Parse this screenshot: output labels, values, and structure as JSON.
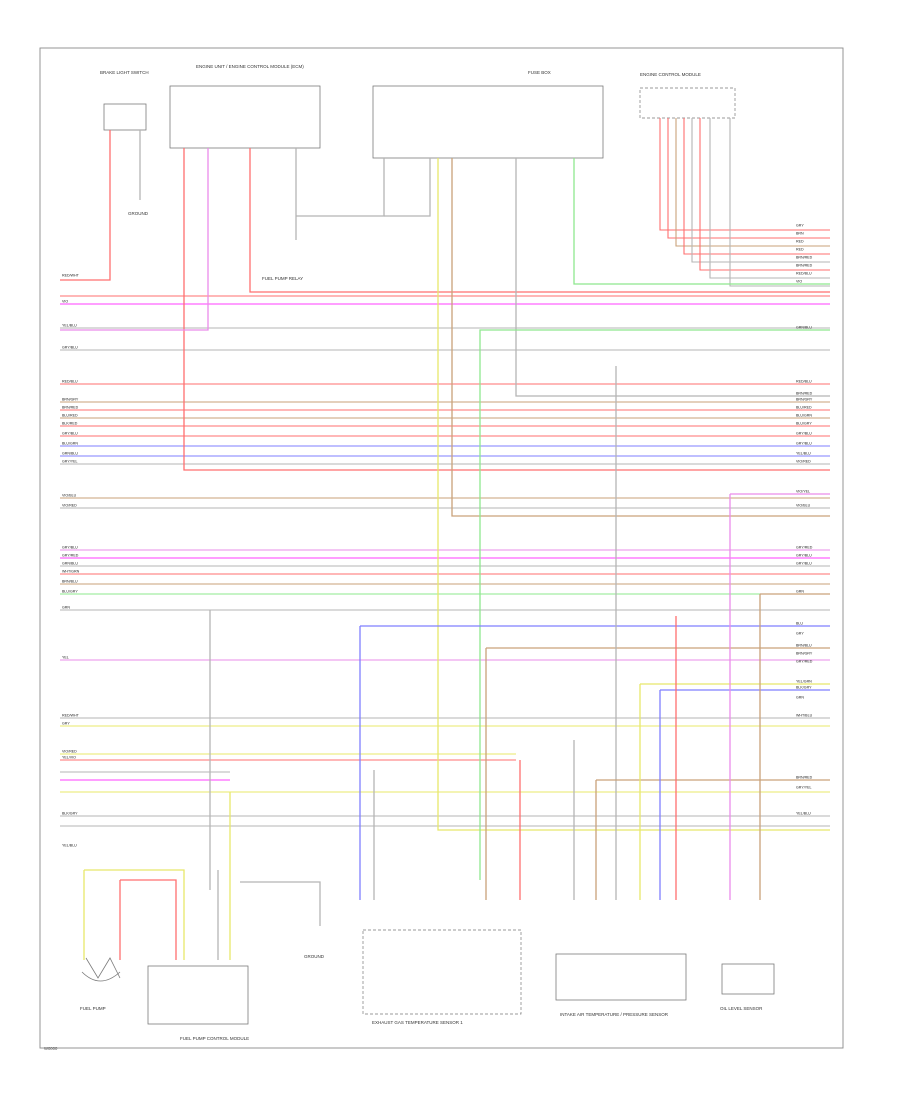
{
  "footer": {
    "ref": "W0000"
  },
  "components": {
    "brake_light_switch": {
      "label": "BRAKE LIGHT SWITCH"
    },
    "engine_ecm": {
      "label": "ENGINE UNIT / ENGINE CONTROL MODULE (ECM)"
    },
    "fuse_box": {
      "label": "FUSE BOX"
    },
    "ecm_connector": {
      "label": "ENGINE CONTROL MODULE"
    },
    "ground_ref": {
      "label": "GROUND"
    },
    "dual_mass": {
      "label": "FUEL PUMP RELAY"
    },
    "fuel_pump": {
      "label": "FUEL PUMP"
    },
    "fuel_pump_control": {
      "label": "FUEL PUMP CONTROL MODULE"
    },
    "ground_small": {
      "label": "GROUND"
    },
    "exhaust_sensor": {
      "label": "EXHAUST GAS TEMPERATURE SENSOR 1"
    },
    "intake_module": {
      "label": "INTAKE AIR TEMPERATURE / PRESSURE SENSOR"
    },
    "oil_sensor": {
      "label": "OIL LEVEL SENSOR"
    }
  },
  "rows_left": [
    {
      "label": "RED/WHT"
    },
    {
      "label": "VIO"
    },
    {
      "label": "YEL/BLU"
    },
    {
      "label": "GRY/BLU"
    },
    {
      "label": "RED/BLU"
    },
    {
      "label": "BRN/GRY"
    },
    {
      "label": "BRN/RED"
    },
    {
      "label": "BLU/RED"
    },
    {
      "label": "BLK/RED"
    },
    {
      "label": "GRY/BLU"
    },
    {
      "label": "BLU/GRN"
    },
    {
      "label": "GRN/BLU"
    },
    {
      "label": "GRY/YEL"
    },
    {
      "label": "VIO/BLU"
    },
    {
      "label": "VIO/RED"
    },
    {
      "label": "GRY/BLU"
    },
    {
      "label": "GRY/RED"
    },
    {
      "label": "GRN/BLU"
    },
    {
      "label": "WHT/GRN"
    },
    {
      "label": "BRN/BLU"
    },
    {
      "label": "BLU/GRY"
    },
    {
      "label": "GRN"
    },
    {
      "label": "YEL"
    },
    {
      "label": "RED/WHT"
    },
    {
      "label": "GRY"
    },
    {
      "label": "VIO/RED"
    },
    {
      "label": "YEL/VIO"
    },
    {
      "label": "BLK/GRY"
    },
    {
      "label": "YEL/BLU"
    }
  ],
  "rows_right": [
    {
      "label": "GRY"
    },
    {
      "label": "BRN"
    },
    {
      "label": "RED"
    },
    {
      "label": "RED"
    },
    {
      "label": "BRN/RED"
    },
    {
      "label": "BRN/RED"
    },
    {
      "label": "RED/BLU"
    },
    {
      "label": "VIO"
    },
    {
      "label": "GRN/BLU"
    },
    {
      "label": "RED/BLU"
    },
    {
      "label": "BRN/RED"
    },
    {
      "label": "BRN/GRY"
    },
    {
      "label": "BLU/RED"
    },
    {
      "label": "BLU/GRN"
    },
    {
      "label": "BLU/GRY"
    },
    {
      "label": "GRY/BLU"
    },
    {
      "label": "VIO/YEL"
    },
    {
      "label": "GRY/BLU"
    },
    {
      "label": "YEL/BLU"
    },
    {
      "label": "VIO/RED"
    },
    {
      "label": "VIO/BLU"
    },
    {
      "label": "GRY/RED"
    },
    {
      "label": "GRY/BLU"
    },
    {
      "label": "GRY/BLU"
    },
    {
      "label": "GRN"
    },
    {
      "label": "BLU"
    },
    {
      "label": "GRY"
    },
    {
      "label": "BRN/BLU"
    },
    {
      "label": "BRN/GRY"
    },
    {
      "label": "GRY/RED"
    },
    {
      "label": "YEL/GRN"
    },
    {
      "label": "BLK/GRY"
    },
    {
      "label": "GRN"
    },
    {
      "label": "WHT/BLU"
    },
    {
      "label": "BRN/RED"
    },
    {
      "label": "GRY/YEL"
    },
    {
      "label": "YEL/BLU"
    }
  ],
  "colors": {
    "red": "#ff6f6f",
    "magenta": "#ff3cff",
    "yellow": "#e8e86a",
    "green": "#8ee88e",
    "blue": "#7f7fff",
    "brown": "#c9a27a",
    "grey": "#b5b5b5",
    "violet": "#ea8cea",
    "wiretext": "#333333"
  }
}
